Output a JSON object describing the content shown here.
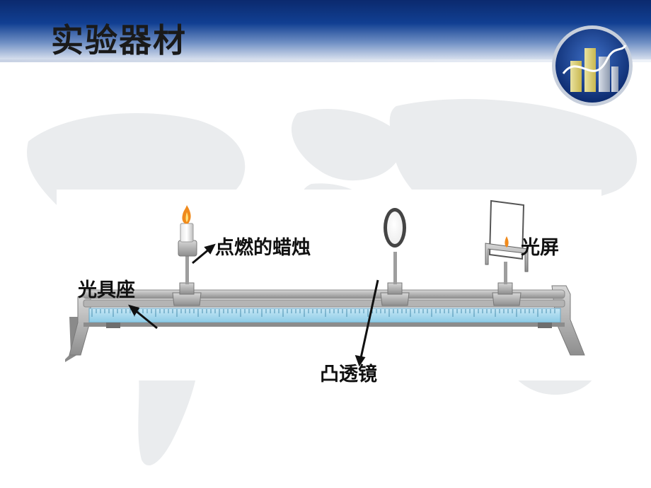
{
  "slide": {
    "title": "实验器材"
  },
  "labels": {
    "candle": "点燃的蜡烛",
    "screen": "光屏",
    "bench": "光具座",
    "lens": "凸透镜"
  },
  "colors": {
    "header_dark": "#0b2a6e",
    "rail_scale": "#a9d8ee",
    "rail_metal": "#9a9a9a",
    "flame": "#f08a1c"
  },
  "icons": [
    "logo-chart-icon"
  ]
}
